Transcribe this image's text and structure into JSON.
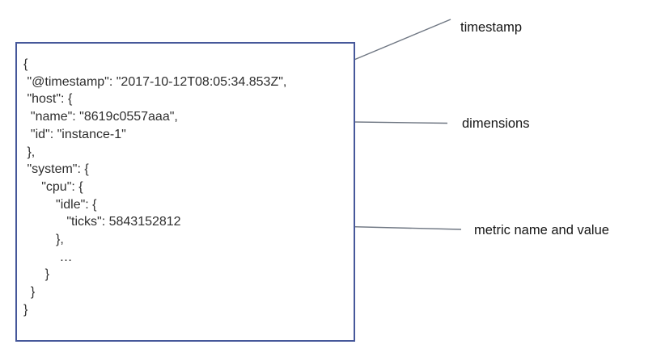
{
  "figure": {
    "description": "annotated JSON event structure diagram"
  },
  "code_block": {
    "lines": [
      "{",
      " \"@timestamp\": \"2017-10-12T08:05:34.853Z\",",
      " \"host\": {",
      "  \"name\": \"8619c0557aaa\",",
      "  \"id\": \"instance-1\"",
      " },",
      " \"system\": {",
      "     \"cpu\": {",
      "         \"idle\": {",
      "            \"ticks\": 5843152812",
      "         },",
      "          …",
      "      }",
      "  }",
      "}"
    ]
  },
  "annotations": {
    "timestamp": {
      "label": "timestamp"
    },
    "dimensions": {
      "label": "dimensions"
    },
    "metric": {
      "label": "metric name and value"
    }
  },
  "colors": {
    "box_border": "#46589a",
    "brace_stroke": "#4a5160",
    "arrow_stroke": "#6e7682",
    "code_text": "#2e2e2e",
    "label_text": "#151515"
  }
}
